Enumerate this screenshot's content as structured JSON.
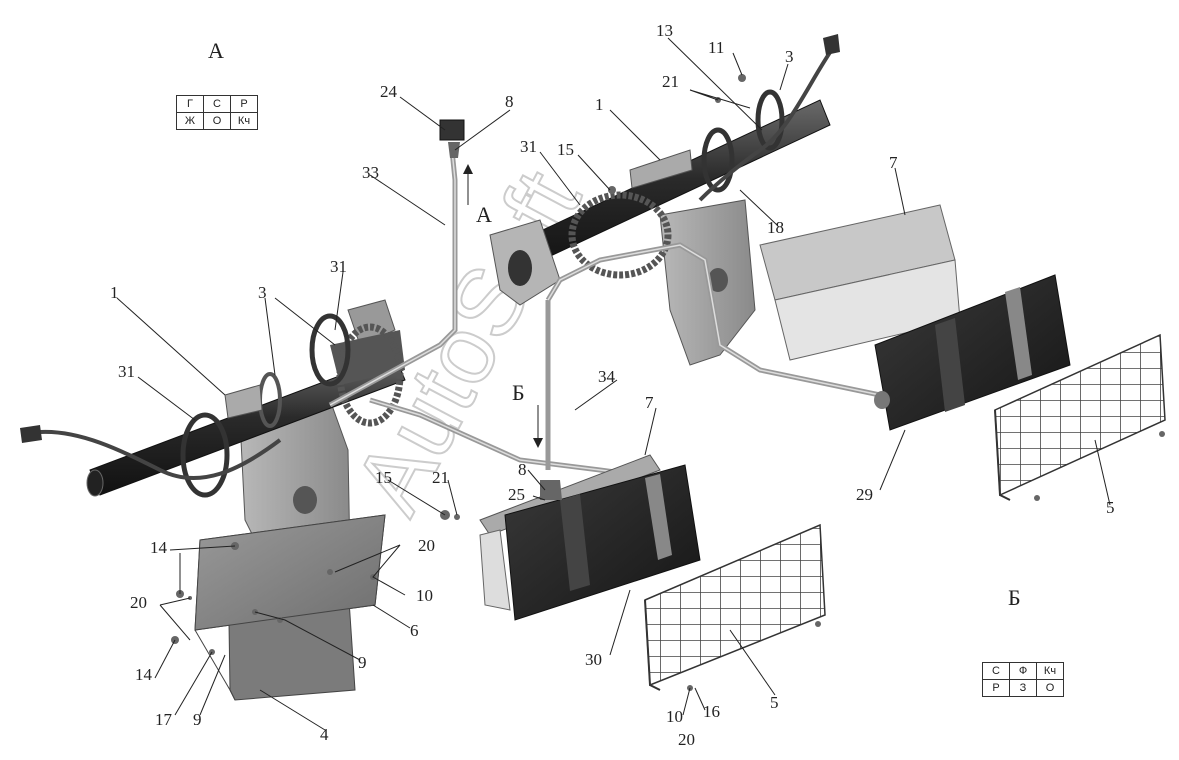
{
  "watermark": "AutoSoft",
  "section_titles": {
    "a": "А",
    "b": "Б"
  },
  "view_arrows": {
    "a": "А",
    "b": "Б"
  },
  "connector_a": {
    "rows": [
      [
        "Г",
        "С",
        "Р"
      ],
      [
        "Ж",
        "О",
        "Кч"
      ]
    ]
  },
  "connector_b": {
    "rows": [
      [
        "С",
        "Ф",
        "Кч"
      ],
      [
        "Р",
        "З",
        "О"
      ]
    ]
  },
  "callouts": [
    {
      "text": "1"
    },
    {
      "text": "3"
    },
    {
      "text": "31"
    },
    {
      "text": "31"
    },
    {
      "text": "33"
    },
    {
      "text": "24"
    },
    {
      "text": "8"
    },
    {
      "text": "13"
    },
    {
      "text": "11"
    },
    {
      "text": "3"
    },
    {
      "text": "21"
    },
    {
      "text": "1"
    },
    {
      "text": "31"
    },
    {
      "text": "15"
    },
    {
      "text": "18"
    },
    {
      "text": "7"
    },
    {
      "text": "34"
    },
    {
      "text": "7"
    },
    {
      "text": "8"
    },
    {
      "text": "25"
    },
    {
      "text": "15"
    },
    {
      "text": "21"
    },
    {
      "text": "14"
    },
    {
      "text": "20"
    },
    {
      "text": "10"
    },
    {
      "text": "20"
    },
    {
      "text": "6"
    },
    {
      "text": "14"
    },
    {
      "text": "9"
    },
    {
      "text": "17"
    },
    {
      "text": "9"
    },
    {
      "text": "4"
    },
    {
      "text": "30"
    },
    {
      "text": "5"
    },
    {
      "text": "10"
    },
    {
      "text": "16"
    },
    {
      "text": "20"
    },
    {
      "text": "29"
    },
    {
      "text": "5"
    }
  ]
}
